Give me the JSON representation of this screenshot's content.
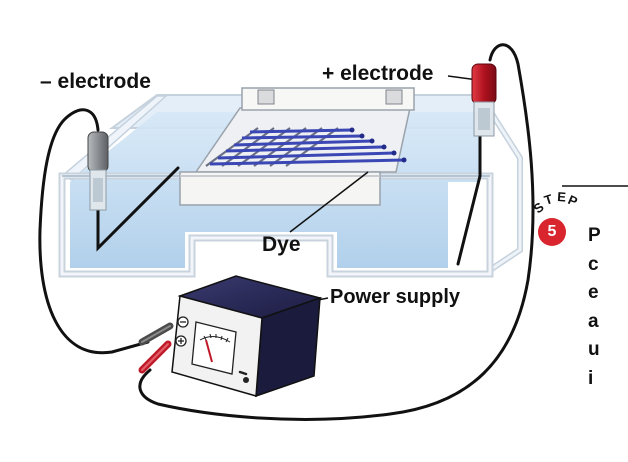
{
  "labels": {
    "negative_electrode": "– electrode",
    "positive_electrode": "+ electrode",
    "dye": "Dye",
    "power_supply": "Power supply"
  },
  "step": {
    "word": "STEP",
    "number": "5",
    "text_fragments": [
      "P",
      "c",
      "e",
      "a",
      "u",
      "i"
    ]
  },
  "colors": {
    "buffer": "#bcd9f0",
    "tank_outline": "#cdd8e2",
    "gel_frame": "#f5f5f3",
    "dye_bands": "#3a47b5",
    "neg_electrode": "#8f9396",
    "pos_electrode": "#c0192a",
    "power_box": "#24244f",
    "step_badge": "#d9262e"
  }
}
